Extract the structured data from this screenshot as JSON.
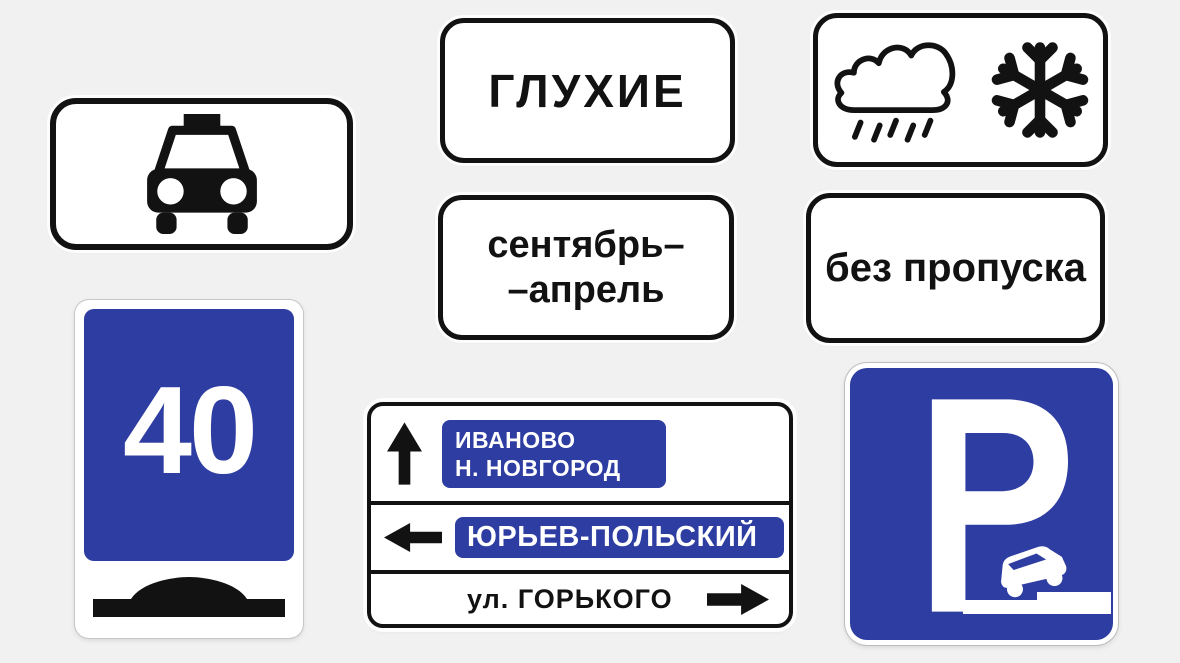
{
  "page": {
    "background": "#f1f1f2",
    "description": "Collage of Russian road signs and information plates on light gray background"
  },
  "colors": {
    "sign_blue": "#2e3da1",
    "ink_black": "#121212",
    "plate_white": "#ffffff"
  },
  "signs": {
    "taxi_plate": {
      "icon": "taxi-car"
    },
    "deaf_plate": {
      "label": "ГЛУХИЕ"
    },
    "weather_plate": {
      "icons": [
        "rain-cloud",
        "snowflake"
      ]
    },
    "season_plate": {
      "line1": "сентябрь–",
      "line2": "–апрель"
    },
    "permit_plate": {
      "label": "без пропуска"
    },
    "speed_limit": {
      "value": "40",
      "icon": "speed-bump"
    },
    "direction_board": {
      "rows": [
        {
          "arrow": "up",
          "line1": "ИВАНОВО",
          "line2": "Н. НОВГОРОД"
        },
        {
          "arrow": "left",
          "line1": "ЮРЬЕВ-ПОЛЬСКИЙ"
        },
        {
          "arrow": "right",
          "line1": "ул. ГОРЬКОГО"
        }
      ]
    },
    "parking_sign": {
      "letter": "P",
      "icon": "car-on-sidewalk"
    }
  }
}
